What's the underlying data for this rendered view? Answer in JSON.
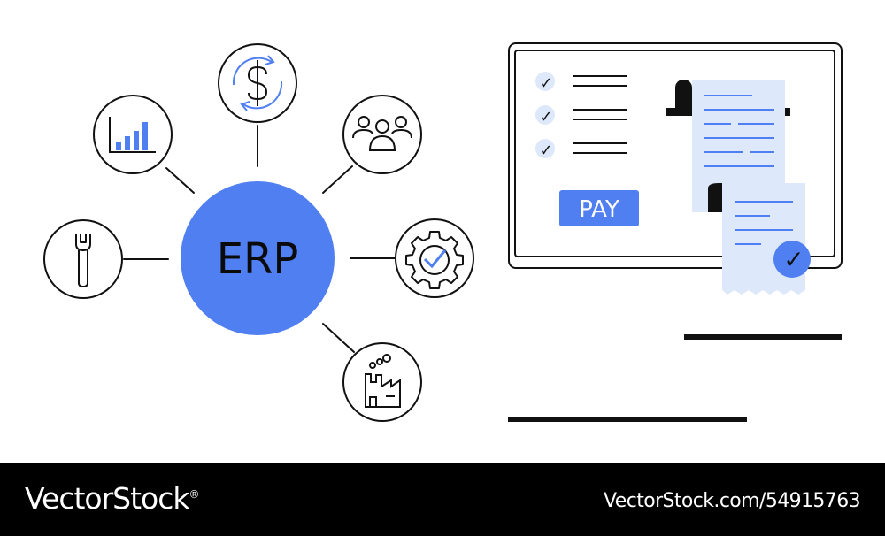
{
  "hub": {
    "label": "ERP"
  },
  "satellites": [
    {
      "icon": "wrench-icon"
    },
    {
      "icon": "bar-chart-icon"
    },
    {
      "icon": "dollar-cycle-icon"
    },
    {
      "icon": "team-icon"
    },
    {
      "icon": "gear-check-icon"
    },
    {
      "icon": "factory-icon"
    }
  ],
  "invoice": {
    "pay_label": "PAY",
    "checklist": [
      "✓",
      "✓",
      "✓"
    ]
  },
  "receipt": {
    "check": "✓"
  },
  "footer": {
    "brand": "VectorStock",
    "registered": "®",
    "image_id": "VectorStock.com/54915763"
  },
  "colors": {
    "accent": "#4f7ff0",
    "light_blue": "#dde8fb",
    "stroke": "#111111",
    "footer_bg": "#000000"
  }
}
